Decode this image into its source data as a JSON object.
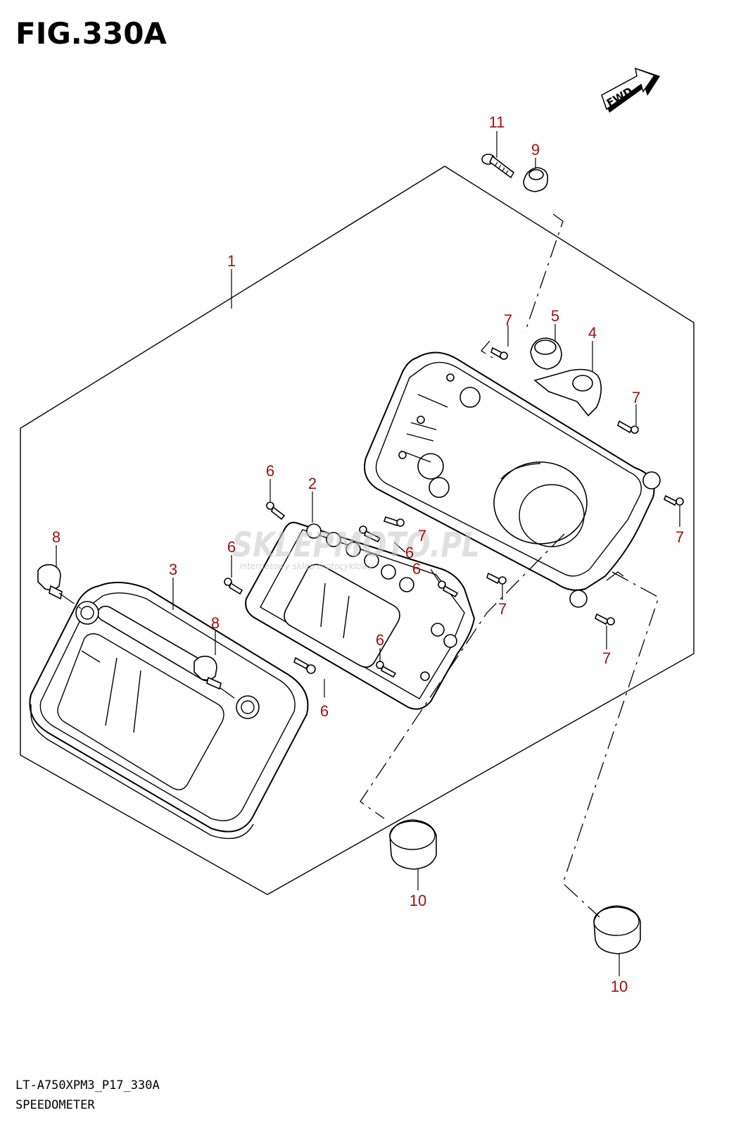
{
  "figure": {
    "title": "FIG.330A",
    "model_code": "LT-A750XPM3_P17_330A",
    "caption": "SPEEDOMETER",
    "direction_label": "FWD"
  },
  "watermark": {
    "brand": "SKLEPMOTO.PL",
    "tagline": "internetowy sklep motocyklowy"
  },
  "callouts": [
    {
      "id": "c1",
      "text": "1"
    },
    {
      "id": "c2",
      "text": "2"
    },
    {
      "id": "c3",
      "text": "3"
    },
    {
      "id": "c4",
      "text": "4"
    },
    {
      "id": "c5",
      "text": "5"
    },
    {
      "id": "c6a",
      "text": "6"
    },
    {
      "id": "c6b",
      "text": "6"
    },
    {
      "id": "c6c",
      "text": "6"
    },
    {
      "id": "c6d",
      "text": "6"
    },
    {
      "id": "c6e",
      "text": "6"
    },
    {
      "id": "c6f",
      "text": "6"
    },
    {
      "id": "c7a",
      "text": "7"
    },
    {
      "id": "c7b",
      "text": "7"
    },
    {
      "id": "c7c",
      "text": "7"
    },
    {
      "id": "c7d",
      "text": "7"
    },
    {
      "id": "c7e",
      "text": "7"
    },
    {
      "id": "c7f",
      "text": "7"
    },
    {
      "id": "c8a",
      "text": "8"
    },
    {
      "id": "c8b",
      "text": "8"
    },
    {
      "id": "c9",
      "text": "9"
    },
    {
      "id": "c10a",
      "text": "10"
    },
    {
      "id": "c10b",
      "text": "10"
    },
    {
      "id": "c11",
      "text": "11"
    }
  ],
  "colors": {
    "callout": "#a01010",
    "line": "#000000",
    "watermark": "#c8c8c8"
  }
}
